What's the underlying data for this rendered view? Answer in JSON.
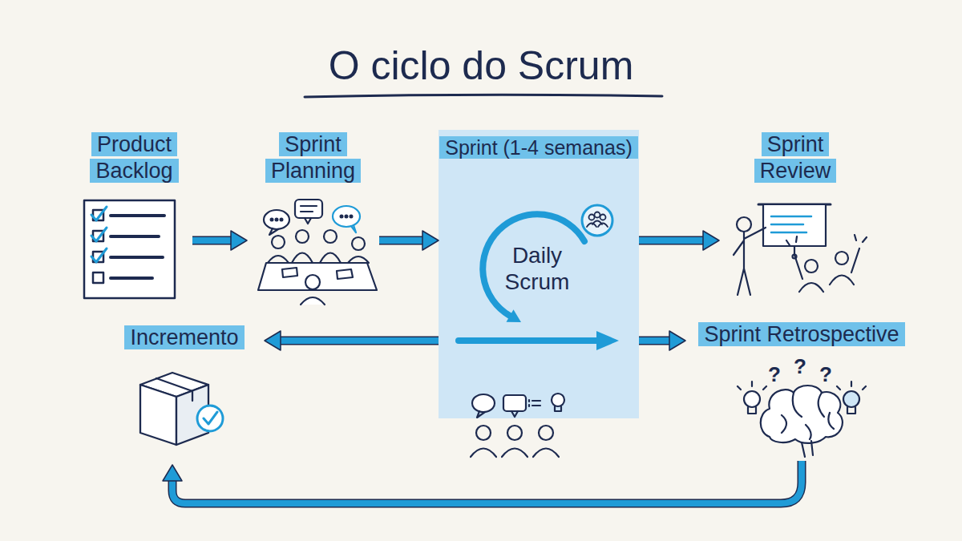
{
  "diagram": {
    "title": "O ciclo do Scrum",
    "nodes": [
      {
        "text": [
          "Product Backlog"
        ]
      },
      {
        "text": [
          "Sprint Planning"
        ]
      },
      {
        "text": [
          "Sprint (1-4 semanas)"
        ]
      },
      {
        "text": [
          "Daily Scrum"
        ],
        "in": 2
      },
      {
        "text": [
          "Sprint Review"
        ]
      },
      {
        "text": [
          "Incremento"
        ]
      },
      {
        "text": [
          "Sprint Retrospective"
        ]
      }
    ],
    "edges": [
      {
        "from": 0,
        "to": 1,
        "arrow": "to"
      },
      {
        "from": 1,
        "to": 2,
        "arrow": "to"
      },
      {
        "from": 2,
        "to": 4,
        "arrow": "to"
      },
      {
        "from": 2,
        "to": 5,
        "arrow": "to"
      },
      {
        "from": 2,
        "to": 6,
        "arrow": "to"
      },
      {
        "from": 6,
        "to": 5,
        "arrow": "to"
      }
    ],
    "labels": [
      "?",
      "?",
      "?"
    ]
  }
}
